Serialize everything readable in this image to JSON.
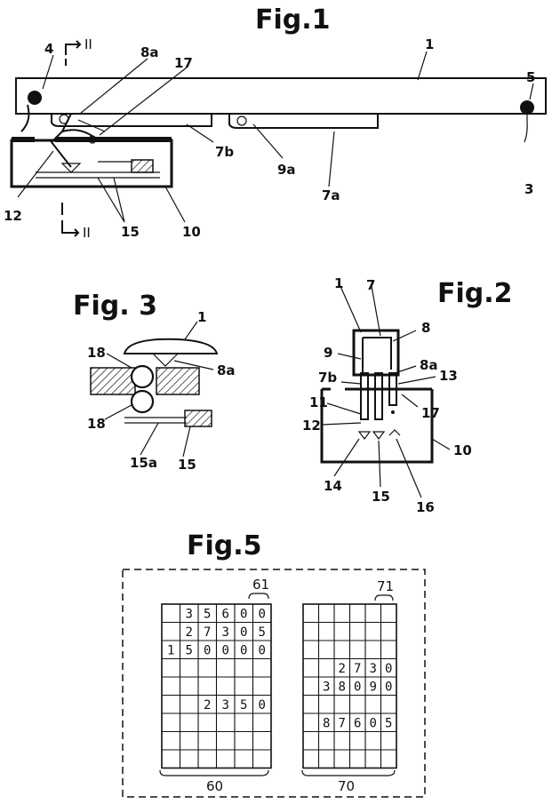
{
  "figures": {
    "fig1": {
      "title": "Fig.1",
      "labels": {
        "l1": "1",
        "l3": "3",
        "l4": "4",
        "l5": "5",
        "l7a": "7a",
        "l7b": "7b",
        "l8a": "8a",
        "l9a": "9a",
        "l10": "10",
        "l12": "12",
        "l15": "15",
        "l17": "17",
        "sec_top": "II",
        "sec_bottom": "II"
      }
    },
    "fig2": {
      "title": "Fig.2",
      "labels": {
        "l1": "1",
        "l7": "7",
        "l7b": "7b",
        "l8": "8",
        "l8a": "8a",
        "l9": "9",
        "l10": "10",
        "l11": "11",
        "l12": "12",
        "l13": "13",
        "l14": "14",
        "l15": "15",
        "l16": "16",
        "l17": "17"
      }
    },
    "fig3": {
      "title": "Fig. 3",
      "labels": {
        "l1": "1",
        "l8a": "8a",
        "l18_top": "18",
        "l18_bottom": "18",
        "l15a": "15a",
        "l15": "15"
      }
    },
    "fig5": {
      "title": "Fig.5",
      "labels": {
        "l60": "60",
        "l61": "61",
        "l70": "70",
        "l71": "71"
      },
      "grid60_rows": [
        [
          "",
          "3",
          "5",
          "6",
          "0",
          "0"
        ],
        [
          "",
          "2",
          "7",
          "3",
          "0",
          "5"
        ],
        [
          "1",
          "5",
          "0",
          "0",
          "0",
          "0"
        ],
        [
          "",
          "",
          "",
          "",
          "",
          ""
        ],
        [
          "",
          "",
          "",
          "",
          "",
          ""
        ],
        [
          "",
          "",
          "2",
          "3",
          "5",
          "0"
        ],
        [
          "",
          "",
          "",
          "",
          "",
          ""
        ],
        [
          "",
          "",
          "",
          "",
          "",
          ""
        ],
        [
          "",
          "",
          "",
          "",
          "",
          ""
        ]
      ],
      "grid70_rows": [
        [
          "",
          "",
          "",
          "",
          "",
          ""
        ],
        [
          "",
          "",
          "",
          "",
          "",
          ""
        ],
        [
          "",
          "",
          "",
          "",
          "",
          ""
        ],
        [
          "",
          "",
          "2",
          "7",
          "3",
          "0"
        ],
        [
          "",
          "3",
          "8",
          "0",
          "9",
          "0"
        ],
        [
          "",
          "",
          "",
          "",
          "",
          ""
        ],
        [
          "",
          "8",
          "7",
          "6",
          "0",
          "5"
        ],
        [
          "",
          "",
          "",
          "",
          "",
          ""
        ],
        [
          "",
          "",
          "",
          "",
          "",
          ""
        ]
      ]
    }
  }
}
